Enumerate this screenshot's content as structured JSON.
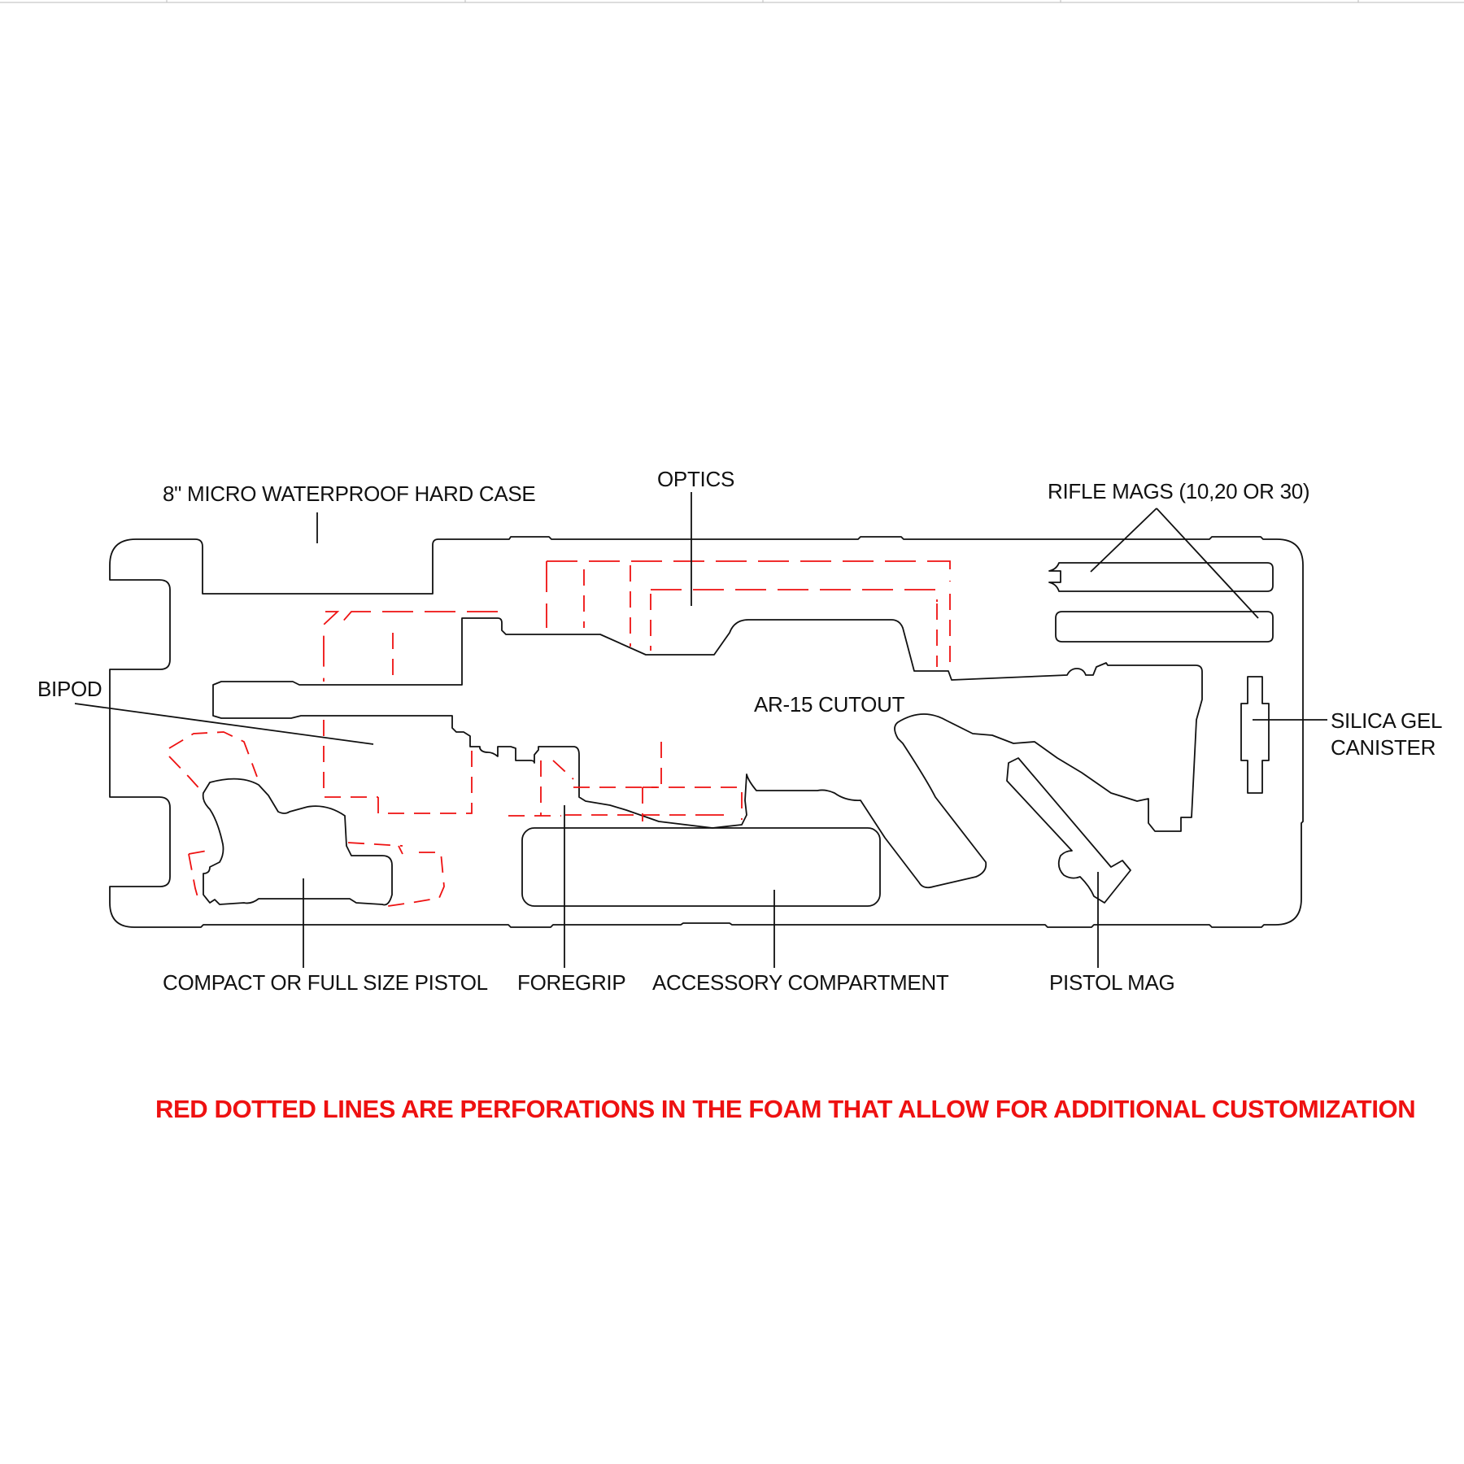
{
  "labels": {
    "case": "8\" MICRO WATERPROOF HARD CASE",
    "optics": "OPTICS",
    "rifle_mags": "RIFLE MAGS (10,20 OR 30)",
    "bipod": "BIPOD",
    "ar15": "AR-15 CUTOUT",
    "silica_line1": "SILICA GEL",
    "silica_line2": "CANISTER",
    "pistol": "COMPACT OR FULL SIZE PISTOL",
    "foregrip": "FOREGRIP",
    "accessory": "ACCESSORY COMPARTMENT",
    "pistol_mag": "PISTOL MAG"
  },
  "note": "RED DOTTED LINES ARE PERFORATIONS IN THE FOAM THAT ALLOW FOR ADDITIONAL CUSTOMIZATION",
  "colors": {
    "outline": "#111111",
    "perforation": "#ee1111",
    "background": "#ffffff"
  }
}
